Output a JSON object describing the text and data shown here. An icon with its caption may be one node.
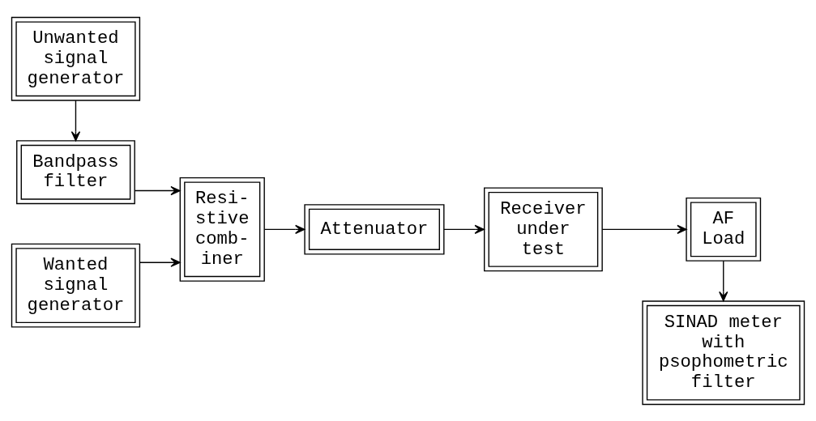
{
  "diagram": {
    "nodes": [
      {
        "text": [
          "Unwanted signal generator"
        ]
      },
      {
        "text": [
          "Bandpass filter"
        ]
      },
      {
        "text": [
          "Wanted signal generator"
        ]
      },
      {
        "text": [
          "Resi- stive comb- iner"
        ]
      },
      {
        "text": [
          "Attenuator"
        ]
      },
      {
        "text": [
          "Receiver under test"
        ]
      },
      {
        "text": [
          "AF Load"
        ]
      },
      {
        "text": [
          "SINAD meter with psophometric filter"
        ]
      }
    ],
    "edges": [
      {
        "from": 0,
        "to": 1,
        "arrow": "to"
      },
      {
        "from": 1,
        "to": 3,
        "arrow": "to"
      },
      {
        "from": 2,
        "to": 3,
        "arrow": "to"
      },
      {
        "from": 3,
        "to": 4,
        "arrow": "to"
      },
      {
        "from": 4,
        "to": 5,
        "arrow": "to"
      },
      {
        "from": 5,
        "to": 6,
        "arrow": "to"
      },
      {
        "from": 6,
        "to": 7,
        "arrow": "to"
      }
    ]
  }
}
